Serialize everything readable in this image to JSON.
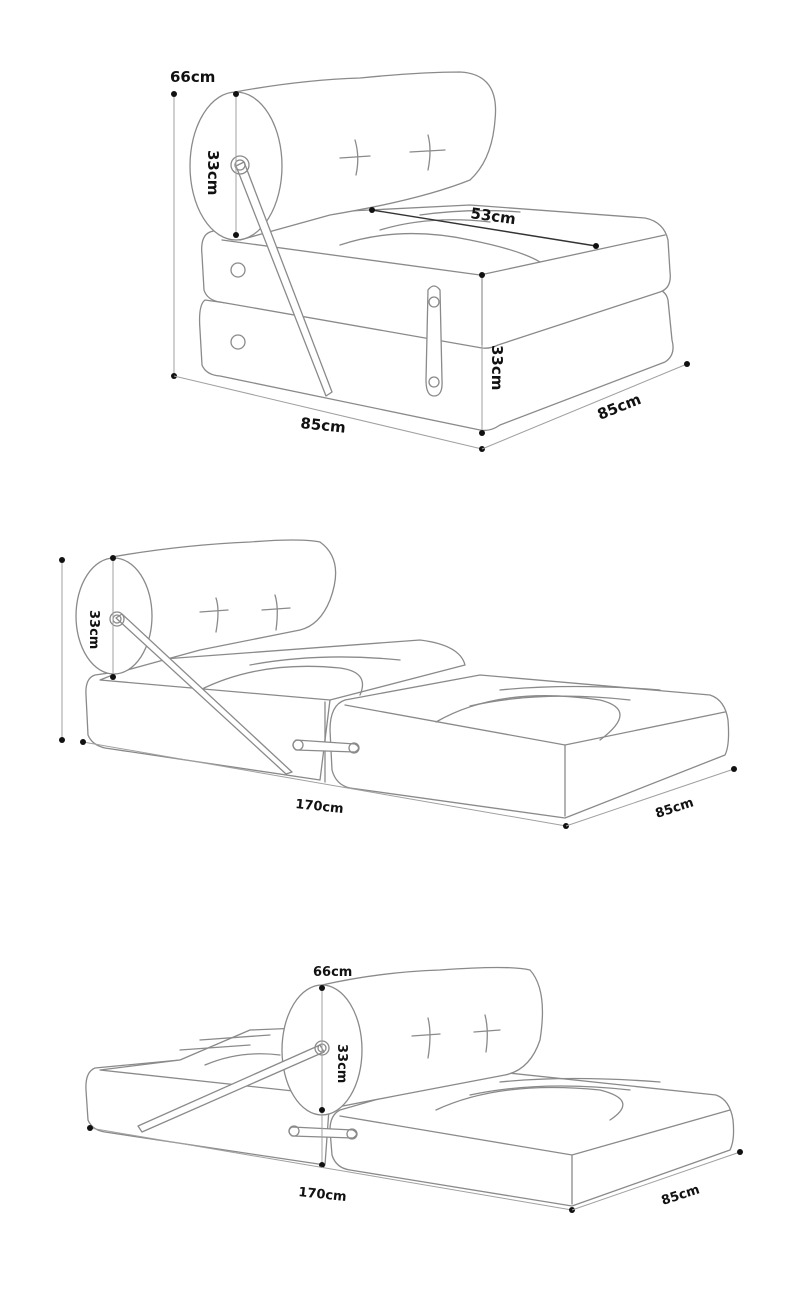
{
  "figures": [
    {
      "id": "folded-chair",
      "configuration": "chair",
      "labels": {
        "total_height": "66cm",
        "bolster_diameter": "33cm",
        "seat_depth": "53cm",
        "base_height": "33cm",
        "width": "85cm",
        "depth": "85cm"
      }
    },
    {
      "id": "unfolded-lounger",
      "configuration": "lounger",
      "labels": {
        "bolster_diameter": "33cm",
        "length": "170cm",
        "width": "85cm"
      }
    },
    {
      "id": "unfolded-sofa",
      "configuration": "sofa",
      "labels": {
        "total_height": "66cm",
        "bolster_diameter": "33cm",
        "length": "170cm",
        "width": "85cm"
      }
    }
  ],
  "colors": {
    "outline": "#8a8a8a",
    "dimension_line": "#a0a0a0",
    "label": "#111111"
  }
}
